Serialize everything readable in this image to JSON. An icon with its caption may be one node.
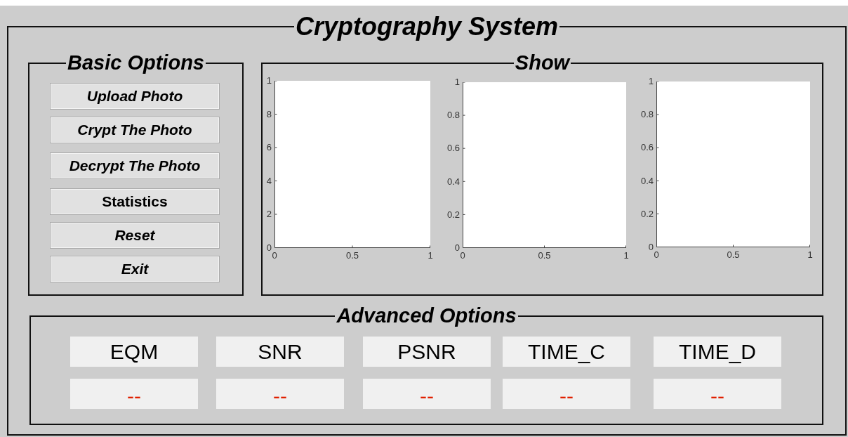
{
  "diagram": {
    "nodes": [
      {
        "text": [
          "Cryptography System"
        ]
      },
      {
        "text": [
          "Basic Options"
        ],
        "in": 0
      },
      {
        "text": [
          "Upload Photo"
        ],
        "in": 1
      },
      {
        "text": [
          "Crypt The Photo"
        ],
        "in": 1
      },
      {
        "text": [
          "Decrypt The Photo"
        ],
        "in": 1
      },
      {
        "text": [
          "Statistics"
        ],
        "in": 1
      },
      {
        "text": [
          "Reset"
        ],
        "in": 1
      },
      {
        "text": [
          "Exit"
        ],
        "in": 1
      },
      {
        "text": [
          "Show"
        ],
        "in": 0
      },
      {
        "text": [
          "Advanced Options"
        ],
        "in": 0
      },
      {
        "text": [
          "EQM"
        ],
        "in": 9
      },
      {
        "text": [
          "SNR"
        ],
        "in": 9
      },
      {
        "text": [
          "PSNR"
        ],
        "in": 9
      },
      {
        "text": [
          "TIME_C"
        ],
        "in": 9
      },
      {
        "text": [
          "TIME_D"
        ],
        "in": 9
      },
      {
        "text": [
          "--"
        ],
        "in": 9
      },
      {
        "text": [
          "--"
        ],
        "in": 9
      },
      {
        "text": [
          "--"
        ],
        "in": 9
      },
      {
        "text": [
          "--"
        ],
        "in": 9
      },
      {
        "text": [
          "--"
        ],
        "in": 9
      }
    ],
    "labels": [
      "1",
      "8",
      "6",
      "4",
      "2",
      "0",
      "0",
      "0.5",
      "1",
      "1",
      "0.8",
      "0.6",
      "0.4",
      "0.2",
      "0",
      "0",
      "0.5",
      "1",
      "1",
      "0.8",
      "0.6",
      "0.4",
      "0.2",
      "0",
      "0",
      "0.5",
      "1"
    ]
  }
}
